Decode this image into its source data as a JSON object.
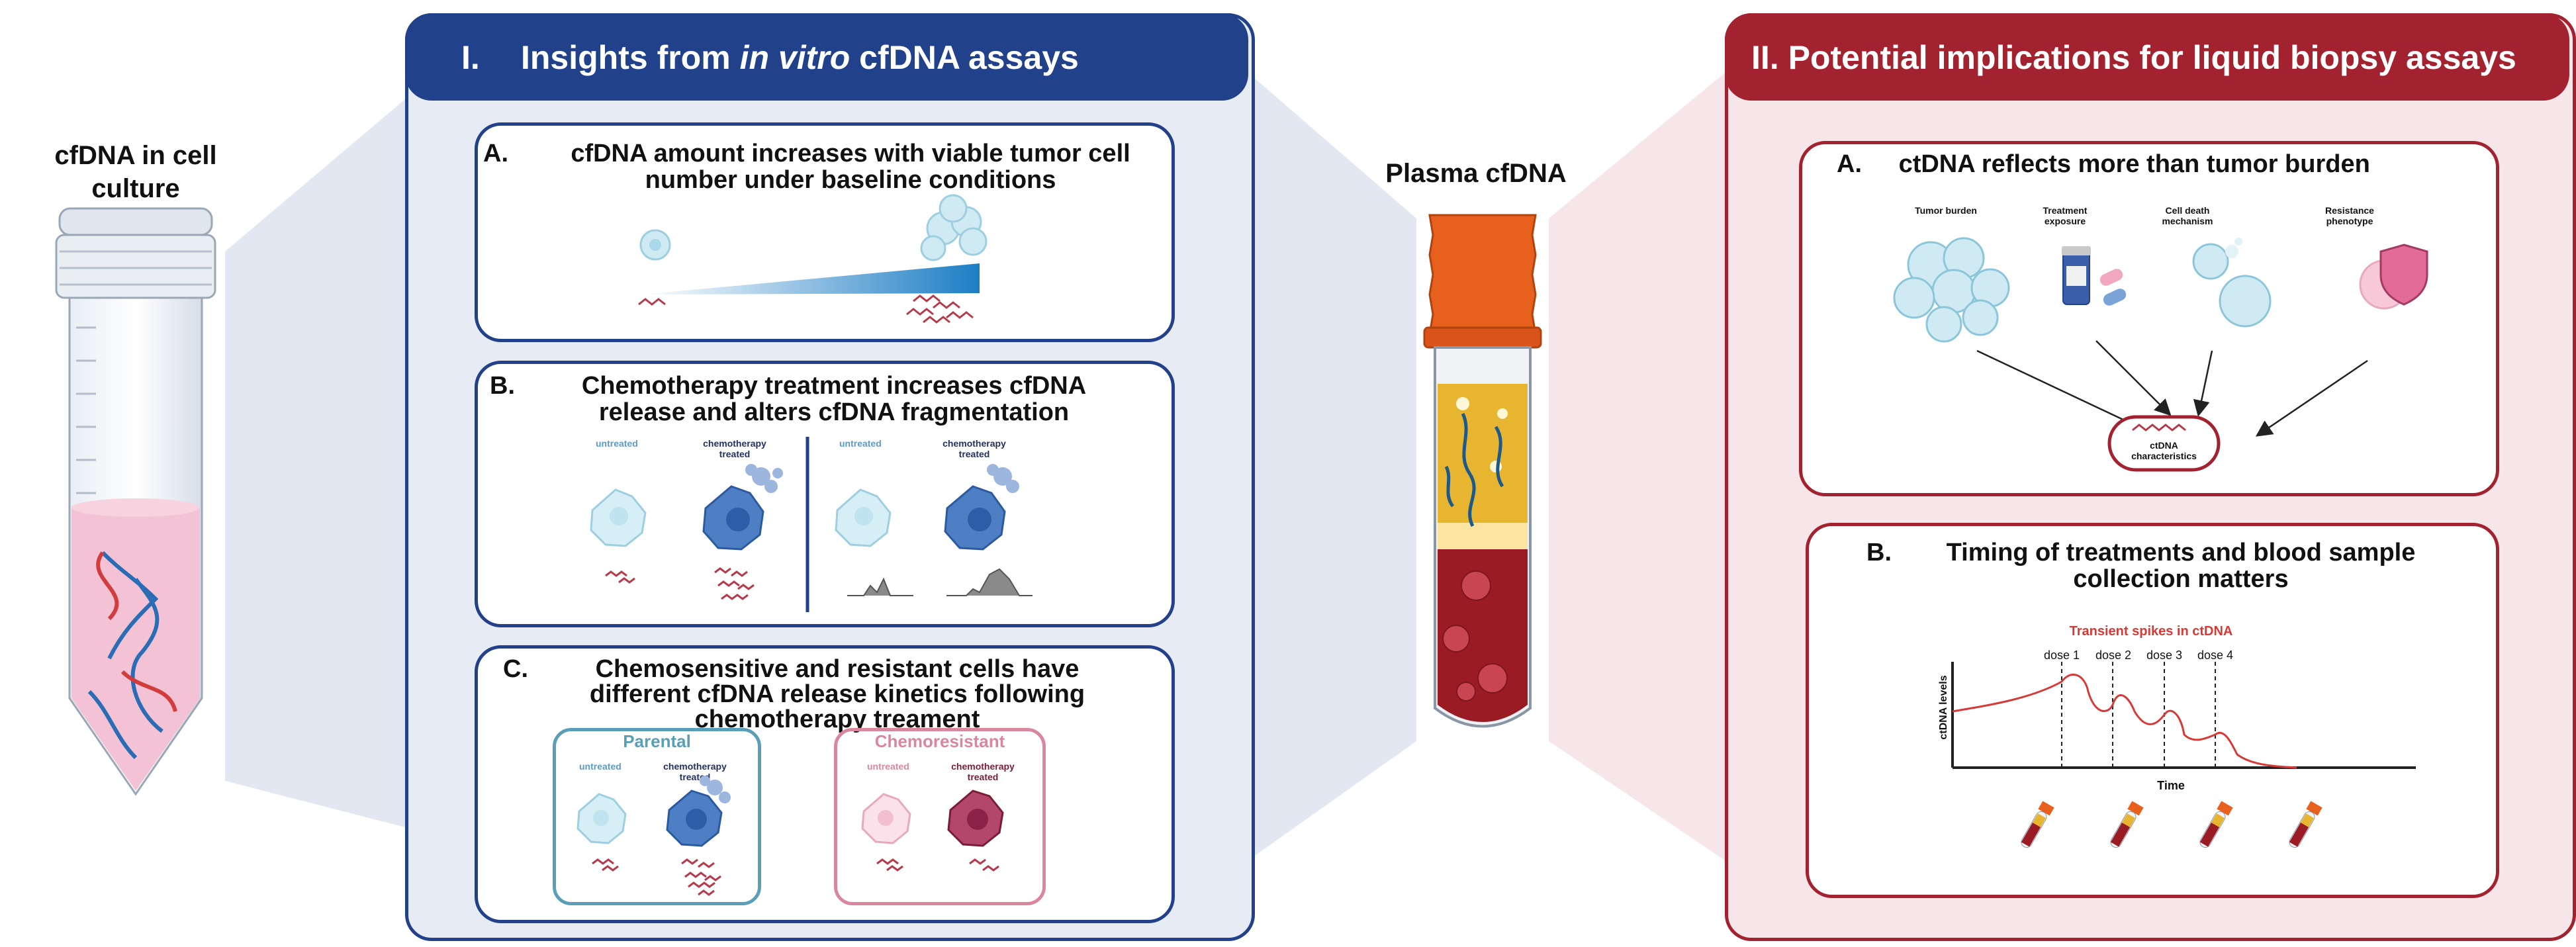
{
  "left_tube": {
    "title_line1": "cfDNA in cell",
    "title_line2": "culture supernatant"
  },
  "center_tube": {
    "title": "Plasma cfDNA"
  },
  "panel_I": {
    "numeral": "I.",
    "title_pre": "Insights from ",
    "title_italic": "in vitro",
    "title_post": " cfDNA assays",
    "card_A": {
      "letter": "A.",
      "title_line1": "cfDNA amount increases with viable tumor cell",
      "title_line2": "number under baseline conditions"
    },
    "card_B": {
      "letter": "B.",
      "title_line1": "Chemotherapy treatment increases cfDNA",
      "title_line2": "release and alters cfDNA fragmentation",
      "untreated": "untreated",
      "chemo_line1": "chemotherapy",
      "chemo_line2": "treated"
    },
    "card_C": {
      "letter": "C.",
      "title_line1": "Chemosensitive and resistant cells have",
      "title_line2": "different cfDNA release kinetics following",
      "title_line3": "chemotherapy treament",
      "parental": "Parental",
      "chemoresistant": "Chemoresistant",
      "untreated": "untreated",
      "chemo_line1": "chemotherapy",
      "chemo_line2": "treated"
    }
  },
  "panel_II": {
    "title": "II. Potential implications for liquid biopsy assays",
    "card_A": {
      "letter": "A.",
      "title": "ctDNA reflects more than tumor burden",
      "factors": [
        {
          "line1": "Tumor burden",
          "line2": ""
        },
        {
          "line1": "Treatment",
          "line2": "exposure"
        },
        {
          "line1": "Cell death",
          "line2": "mechanism"
        },
        {
          "line1": "Resistance",
          "line2": "phenotype"
        }
      ],
      "center_line1": "ctDNA",
      "center_line2": "characteristics"
    },
    "card_B": {
      "letter": "B.",
      "title_line1": "Timing of treatments and blood sample",
      "title_line2": "collection matters",
      "chart_title": "Transient spikes in ctDNA",
      "doses": [
        "dose 1",
        "dose 2",
        "dose 3",
        "dose 4"
      ],
      "xlabel": "Time",
      "ylabel": "ctDNA levels"
    }
  },
  "colors": {
    "panel_I_blue": "#22418a",
    "panel_II_red": "#a3222f",
    "spike_red": "#d63a36"
  }
}
